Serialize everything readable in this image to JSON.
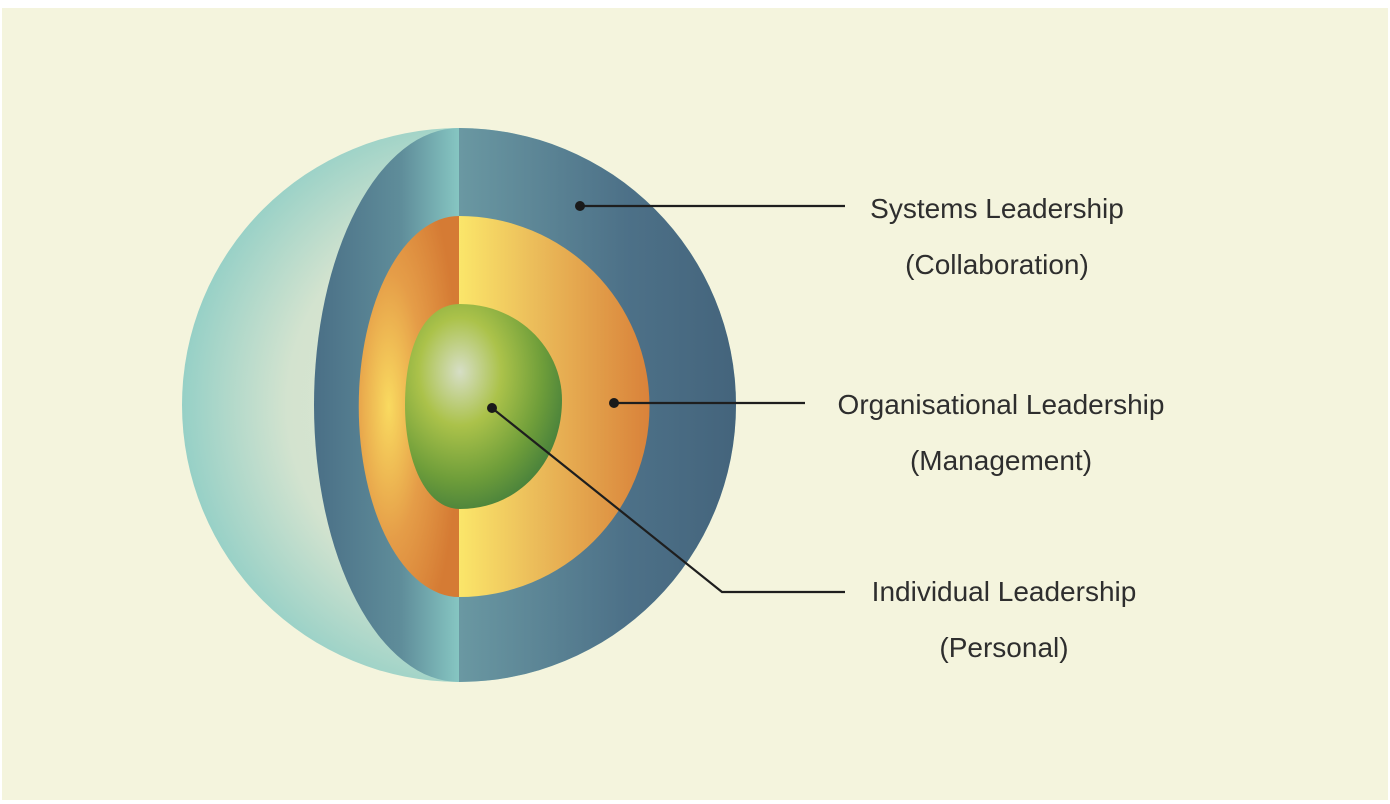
{
  "diagram": {
    "title": "Leadership layers",
    "layers": [
      {
        "name": "Systems Leadership",
        "sub": "(Collaboration)",
        "color": "#4a6b82"
      },
      {
        "name": "Organisational Leadership",
        "sub": "(Management)",
        "color": "#e29a45"
      },
      {
        "name": "Individual Leadership",
        "sub": "(Personal)",
        "color": "#6c9b3c"
      }
    ]
  }
}
